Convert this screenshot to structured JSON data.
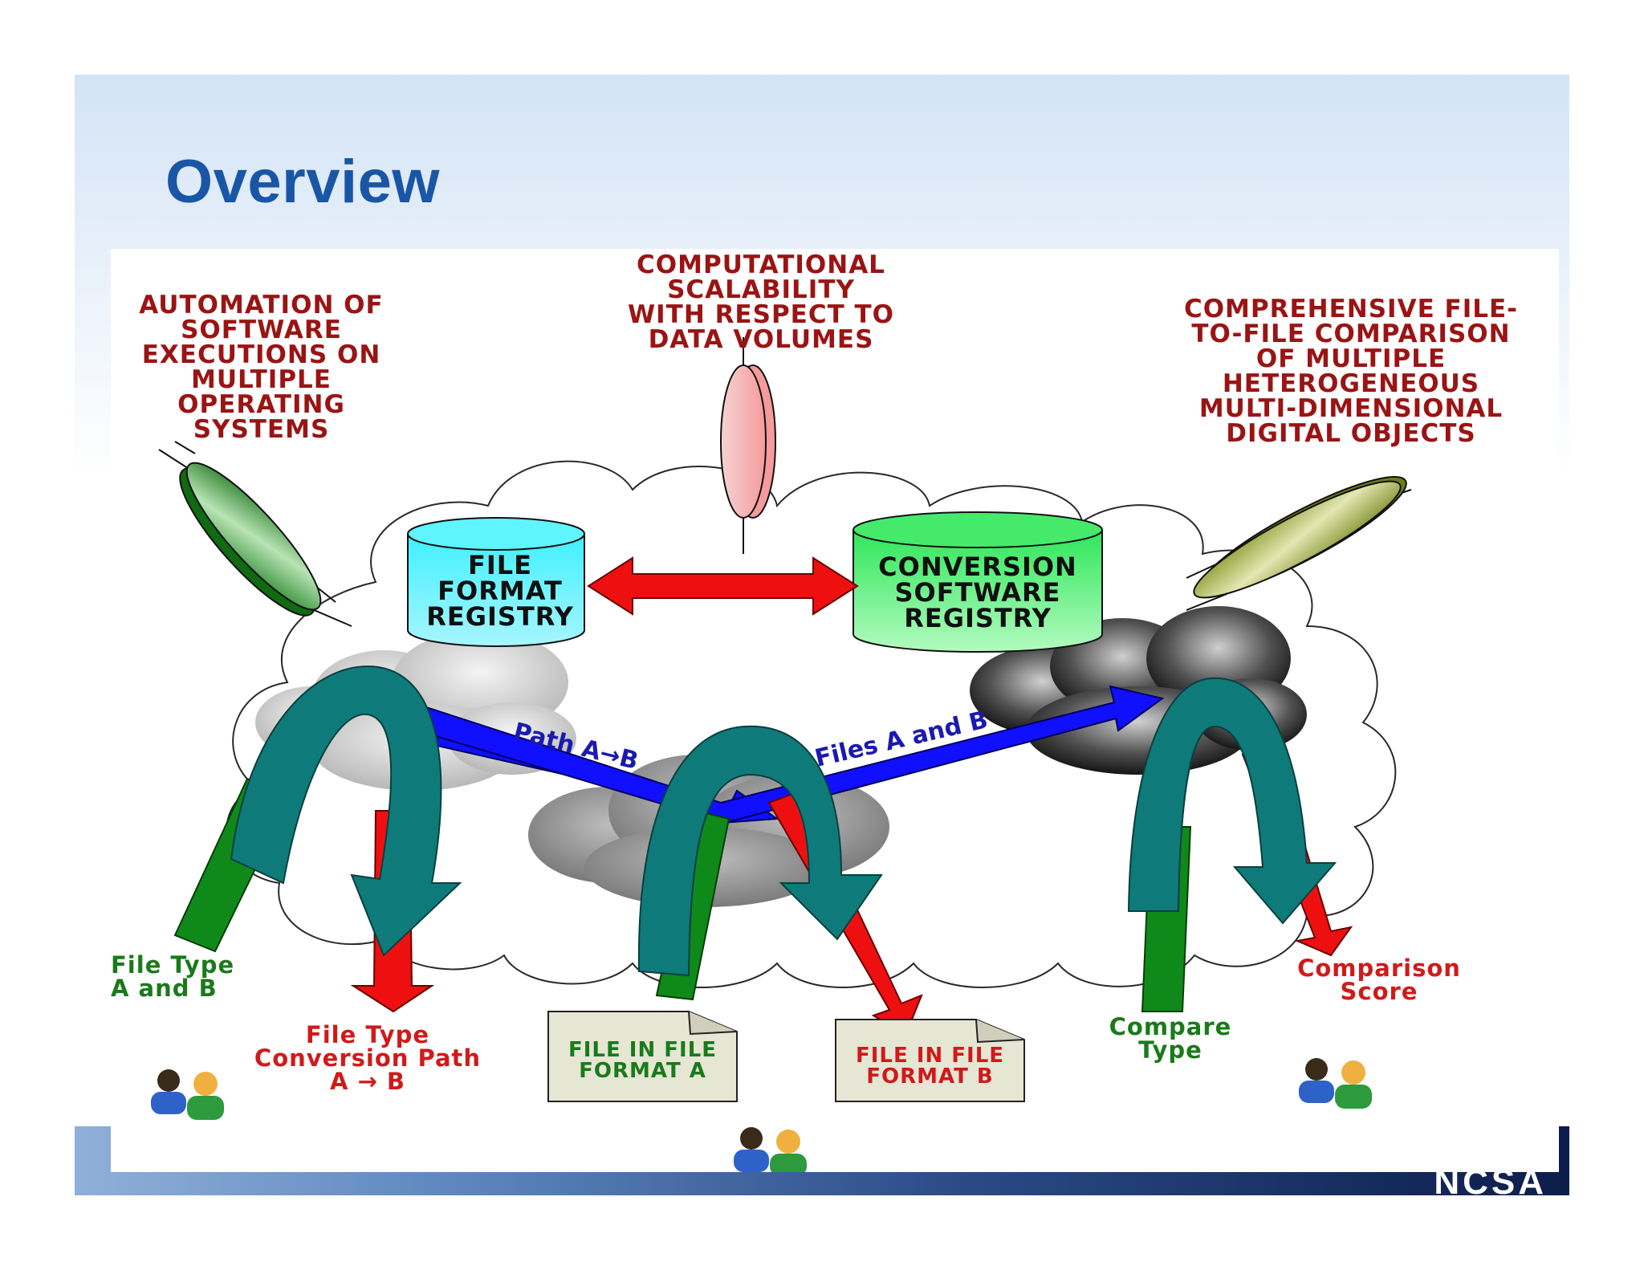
{
  "title": "Overview",
  "logo_fragment": "NCSA",
  "diagram": {
    "goals": {
      "automation": "AUTOMATION OF\nSOFTWARE\nEXECUTIONS ON\nMULTIPLE\nOPERATING\nSYSTEMS",
      "scalability": "COMPUTATIONAL\nSCALABILITY\nWITH RESPECT TO\nDATA VOLUMES",
      "comparison": "COMPREHENSIVE FILE-\nTO-FILE COMPARISON\nOF MULTIPLE\nHETEROGENEOUS\nMULTI-DIMENSIONAL\nDIGITAL OBJECTS"
    },
    "registries": {
      "file_format": "FILE\nFORMAT\nREGISTRY",
      "conversion_software": "CONVERSION\nSOFTWARE\nREGISTRY"
    },
    "arrows": {
      "path": "Path A→B",
      "files": "Files A and B"
    },
    "inputs": {
      "file_type": "File Type\nA and B",
      "compare_type": "Compare\nType"
    },
    "outputs": {
      "conversion_path": "File Type\nConversion Path\nA → B",
      "comparison_score": "Comparison\nScore"
    },
    "documents": {
      "format_a": "FILE IN FILE\nFORMAT A",
      "format_b": "FILE IN FILE\nFORMAT B"
    },
    "colors": {
      "title_blue": "#1a56a6",
      "label_red": "#9a1414",
      "label_green": "#1a7a1a",
      "teal_arc": "#0f7a7a",
      "blue_arrow": "#1010ff",
      "red_arrow": "#ee1010"
    }
  }
}
